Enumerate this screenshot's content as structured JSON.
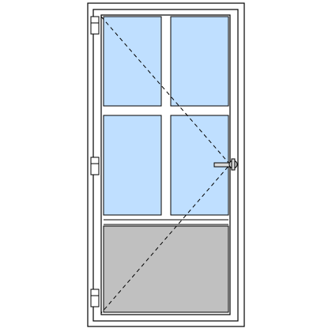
{
  "door": {
    "type": "single-leaf door",
    "opening": "left-hinged",
    "hinges": 3,
    "handle_side": "right",
    "glazed_panes": 4,
    "solid_panel": "bottom",
    "colors": {
      "frame_fill": "#ffffff",
      "outline": "#000000",
      "glass": "#bfdfff",
      "panel": "#c0c0c0",
      "handle": "#d9d9d9",
      "swing_line": "#000000"
    },
    "icons": [
      "hinge-icon",
      "door-handle-icon"
    ]
  }
}
